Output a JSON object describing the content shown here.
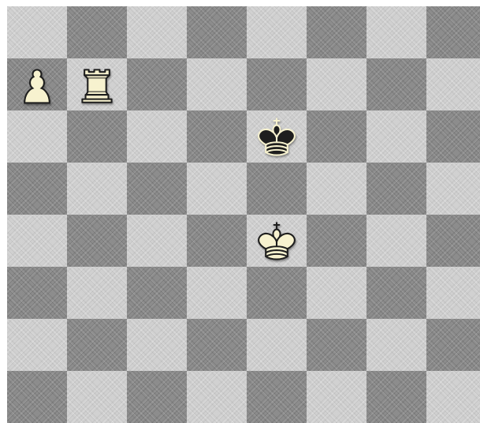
{
  "board": {
    "files": [
      "a",
      "b",
      "c",
      "d",
      "e",
      "f",
      "g",
      "h"
    ],
    "ranks": [
      8,
      7,
      6,
      5,
      4,
      3,
      2,
      1
    ],
    "light_square_color": "#d1d1d1",
    "dark_square_color": "#8d8d8d",
    "orientation": "white-bottom"
  },
  "pieces": [
    {
      "square": "a7",
      "color": "white",
      "type": "pawn",
      "icon": "white-pawn-icon"
    },
    {
      "square": "b7",
      "color": "white",
      "type": "rook",
      "icon": "white-rook-icon"
    },
    {
      "square": "e6",
      "color": "black",
      "type": "king",
      "icon": "black-king-icon"
    },
    {
      "square": "e4",
      "color": "white",
      "type": "king",
      "icon": "white-king-icon"
    }
  ],
  "piece_colors": {
    "white_fill": "#f7f2cf",
    "white_stroke": "#1e1e1e",
    "black_fill": "#1e1e1e",
    "black_stroke": "#f7f2cf"
  }
}
